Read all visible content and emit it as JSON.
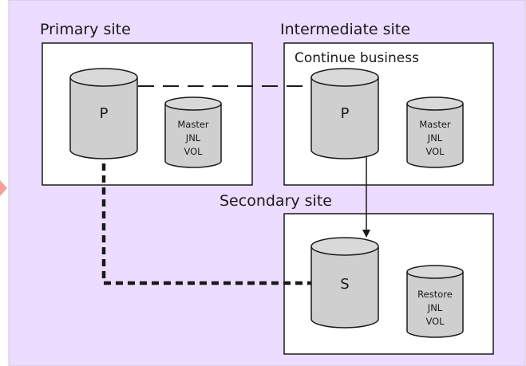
{
  "colors": {
    "panel_background": "#ecdcff",
    "panel_border": "#cfc5de",
    "box_fill": "#ffffff",
    "box_border": "#1a1a1a",
    "cylinder_body": "#cfcfcf",
    "cylinder_top": "#d9d9d9",
    "transition_arrow": "#f4a19a"
  },
  "sites": {
    "primary": {
      "label": "Primary site",
      "volume": "P",
      "journal": {
        "line1": "Master",
        "line2": "JNL",
        "line3": "VOL"
      }
    },
    "intermediate": {
      "label": "Intermediate site",
      "status": "Continue business",
      "volume": "P",
      "journal": {
        "line1": "Master",
        "line2": "JNL",
        "line3": "VOL"
      }
    },
    "secondary": {
      "label": "Secondary site",
      "volume": "S",
      "journal": {
        "line1": "Restore",
        "line2": "JNL",
        "line3": "VOL"
      }
    }
  }
}
